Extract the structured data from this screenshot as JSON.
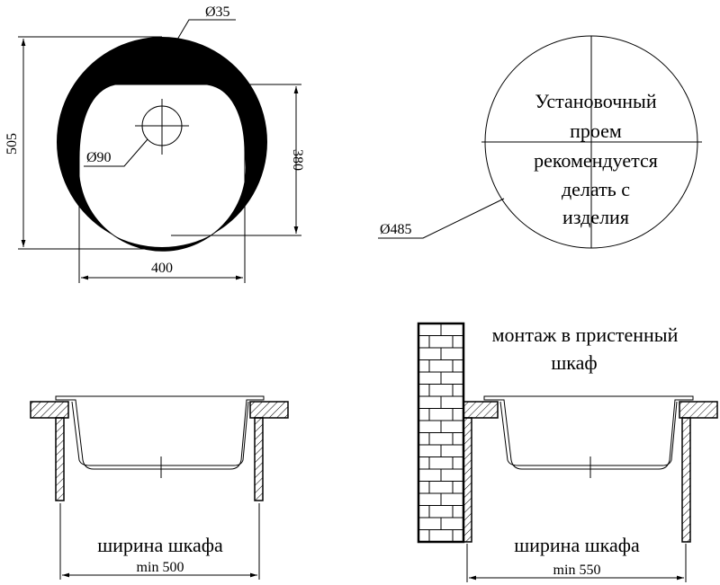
{
  "top_view": {
    "overall_height": "505",
    "bowl_height": "380",
    "bowl_width": "400",
    "tap_hole_diameter": "Ø35",
    "drain_diameter": "Ø90"
  },
  "cutout": {
    "diameter": "Ø485",
    "note_lines": [
      "Установочный",
      "проем",
      "рекомендуется",
      "делать с",
      "изделия"
    ]
  },
  "section_left": {
    "label": "ширина шкафа",
    "min_width": "min 500"
  },
  "section_right": {
    "wall_note_lines": [
      "монтаж в пристенный",
      "шкаф"
    ],
    "label": "ширина шкафа",
    "min_width": "min 550"
  }
}
